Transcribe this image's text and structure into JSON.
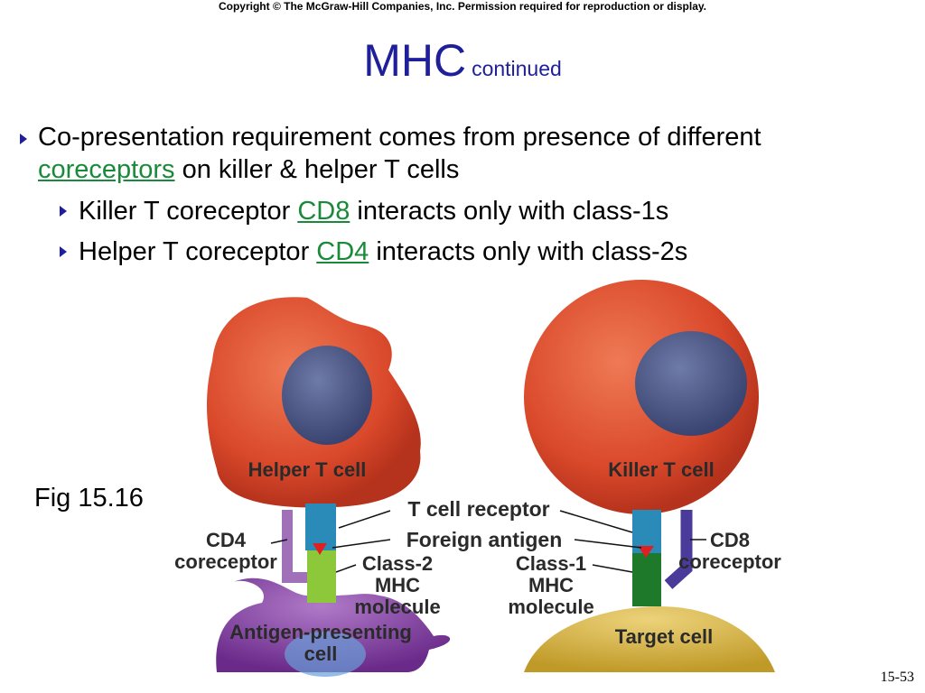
{
  "header": {
    "copyright": "Copyright © The McGraw-Hill Companies, Inc. Permission required for reproduction or display."
  },
  "title": {
    "main": "MHC",
    "sub": "continued"
  },
  "bullets": {
    "b1": {
      "text1": "Co-presentation requirement comes from presence of different",
      "link": "coreceptors",
      "text2": " on killer & helper T cells"
    },
    "b2": {
      "text1": "Killer T coreceptor ",
      "link": "CD8",
      "text2": " interacts only with class-1s"
    },
    "b3": {
      "text1": "Helper T coreceptor ",
      "link": "CD4",
      "text2": " interacts only with class-2s"
    }
  },
  "figure": {
    "caption": "Fig 15.16",
    "labels": {
      "helper_cell": "Helper T cell",
      "killer_cell": "Killer T cell",
      "tcr": "T cell receptor",
      "antigen": "Foreign antigen",
      "cd4_1": "CD4",
      "cd4_2": "coreceptor",
      "class2_1": "Class-2",
      "class2_2": "MHC",
      "class2_3": "molecule",
      "class1_1": "Class-1",
      "class1_2": "MHC",
      "class1_3": "molecule",
      "cd8_1": "CD8",
      "cd8_2": "coreceptor",
      "apc_1": "Antigen-presenting",
      "apc_2": "cell",
      "target": "Target cell"
    },
    "colors": {
      "cell_red": "#d9482a",
      "nucleus": "#4a5580",
      "tcr_blue": "#2a8ab8",
      "class2_green": "#8cc83a",
      "class1_green": "#1e7a2a",
      "cd4_purple": "#a070b8",
      "cd8_purple": "#4a3a9a",
      "apc_purple": "#8a4aa8",
      "target_yellow": "#d9b83a",
      "antigen_red": "#e02020"
    }
  },
  "page_number": "15-53"
}
